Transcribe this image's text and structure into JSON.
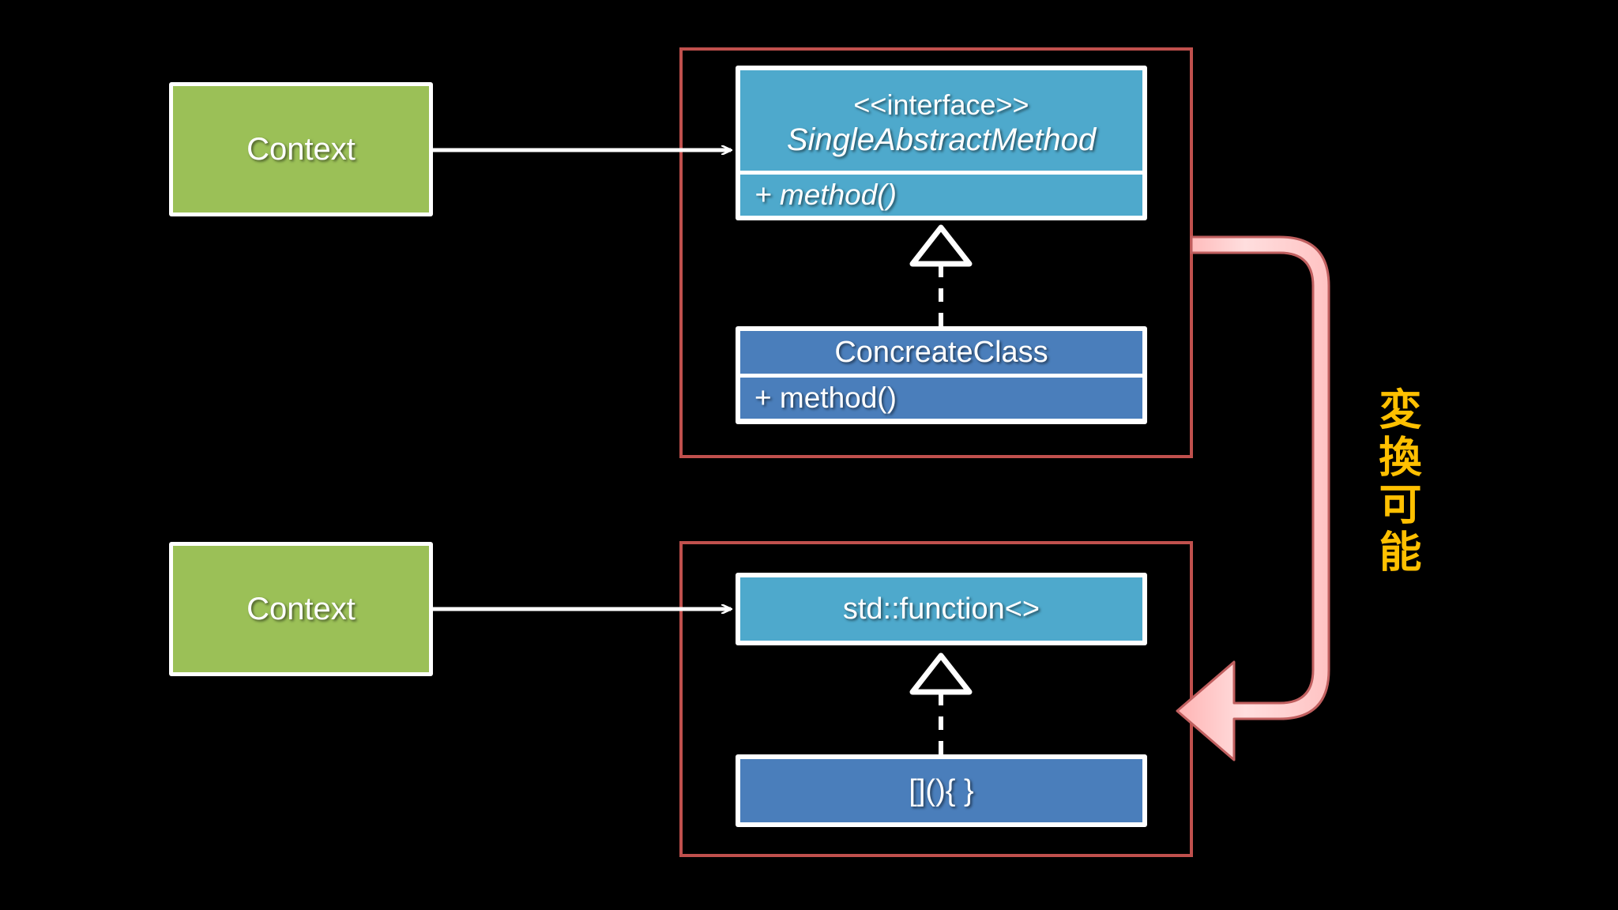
{
  "diagram": {
    "title": "Single Abstract Method interface vs std::function lambda",
    "background_color": "#000000",
    "palette": {
      "teal": "#4EA9CC",
      "blue": "#4A7EBB",
      "green": "#9BC057",
      "frame_red": "#C0504D",
      "arrow_pink_fill": "#FFCFCF",
      "arrow_pink_stroke": "#C05F5F",
      "connector_white": "#FFFFFF",
      "annotation_gold": "#FFC000"
    }
  },
  "top_group": {
    "context": {
      "label": "Context"
    },
    "interface_box": {
      "stereotype": "<<interface>>",
      "name": "SingleAbstractMethod",
      "method": "+ method()"
    },
    "concrete_box": {
      "name": "ConcreateClass",
      "method": "+ method()"
    },
    "relation": {
      "kind": "realization",
      "line_style": "dashed",
      "arrow_head": "hollow-triangle"
    },
    "association": {
      "kind": "association",
      "line_style": "solid",
      "arrow_head": "open-arrow"
    }
  },
  "bottom_group": {
    "context": {
      "label": "Context"
    },
    "interface_box": {
      "name": "std::function<>"
    },
    "concrete_box": {
      "name": "[](){ }"
    },
    "relation": {
      "kind": "realization",
      "line_style": "dashed",
      "arrow_head": "hollow-triangle"
    },
    "association": {
      "kind": "association",
      "line_style": "solid",
      "arrow_head": "open-arrow"
    }
  },
  "annotation": {
    "text": "変換可能",
    "orientation": "vertical",
    "color": "#FFC000"
  },
  "transform_arrow": {
    "shape": "u-turn",
    "direction": "top-right to bottom-left",
    "head": "left-pointing"
  }
}
